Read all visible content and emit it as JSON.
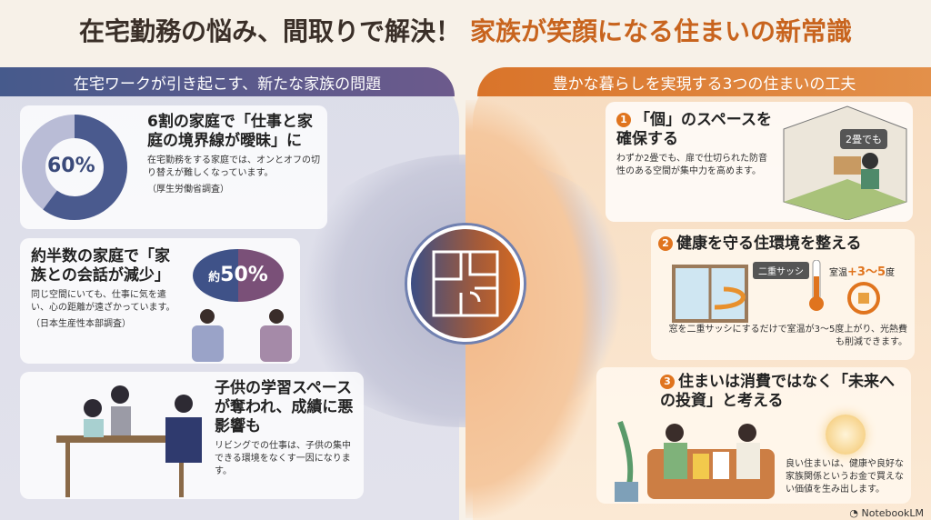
{
  "title": {
    "part1": "在宅勤務の悩み、間取りで解決！",
    "part2": "家族が笑顔になる住まいの新常識"
  },
  "left": {
    "header": "在宅ワークが引き起こす、新たな家族の問題",
    "cards": [
      {
        "stat": "60%",
        "heading": "6割の家庭で「仕事と家庭の境界線が曖昧」に",
        "body": "在宅勤務をする家庭では、オンとオフの切り替えが難しくなっています。",
        "source": "（厚生労働省調査）"
      },
      {
        "stat_prefix": "約",
        "stat": "50%",
        "heading": "約半数の家庭で「家族との会話が減少」",
        "body": "同じ空間にいても、仕事に気を遣い、心の距離が遠ざかっています。",
        "source": "（日本生産性本部調査）"
      },
      {
        "heading": "子供の学習スペースが奪われ、成績に悪影響も",
        "body": "リビングでの仕事は、子供の集中できる環境をなくす一因になります。"
      }
    ]
  },
  "right": {
    "header": "豊かな暮らしを実現する3つの住まいの工夫",
    "cards": [
      {
        "num": "1",
        "heading": "「個」のスペースを確保する",
        "body": "わずか2畳でも、扉で仕切られた防音性のある空間が集中力を高めます。",
        "bubble": "2畳でも"
      },
      {
        "num": "2",
        "heading": "健康を守る住環境を整える",
        "label": "二重サッシ",
        "temp_label": "室温",
        "temp_value": "+3〜5",
        "temp_unit": "度",
        "body": "窓を二重サッシにするだけで室温が3〜5度上がり、光熱費も削減できます。"
      },
      {
        "num": "3",
        "heading": "住まいは消費ではなく「未来への投資」と考える",
        "body": "良い住まいは、健康や良好な家族関係というお金で買えない価値を生み出します。"
      }
    ]
  },
  "brand": "NotebookLM",
  "colors": {
    "left": "#465a8c",
    "right": "#e0741e"
  }
}
